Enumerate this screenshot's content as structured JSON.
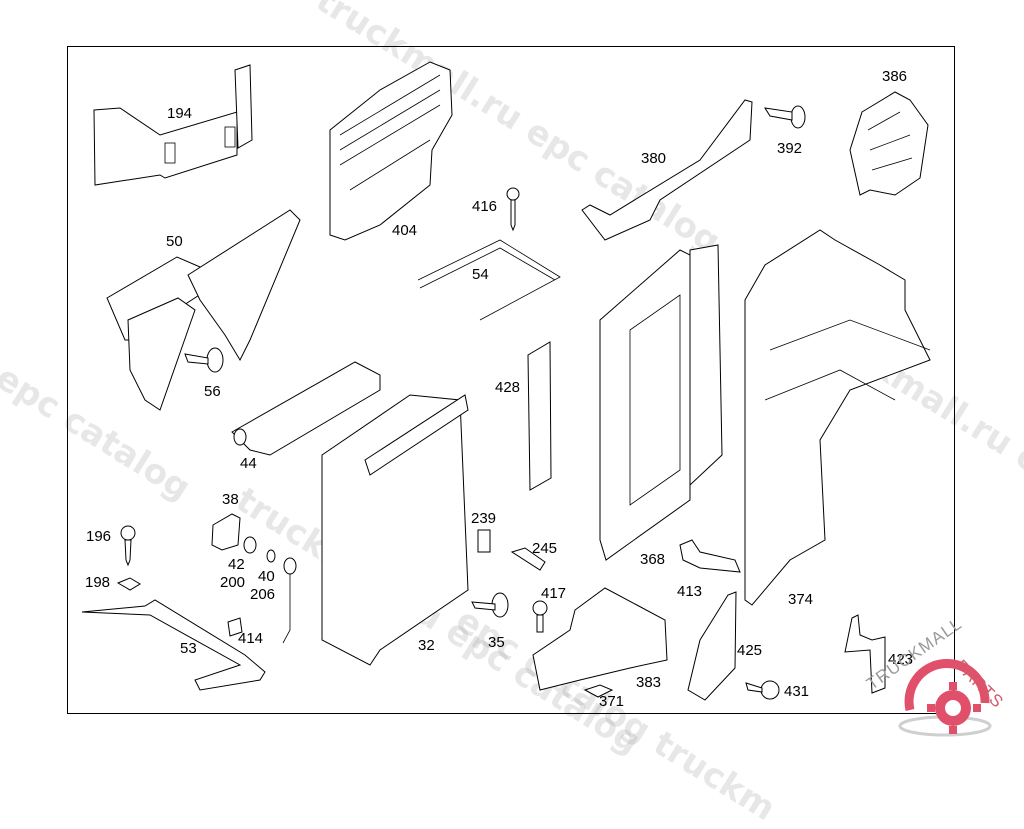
{
  "diagram": {
    "type": "exploded-parts-diagram",
    "parts": [
      {
        "id": "194",
        "label": "194"
      },
      {
        "id": "404",
        "label": "404"
      },
      {
        "id": "416",
        "label": "416"
      },
      {
        "id": "380",
        "label": "380"
      },
      {
        "id": "392",
        "label": "392"
      },
      {
        "id": "386",
        "label": "386"
      },
      {
        "id": "50",
        "label": "50"
      },
      {
        "id": "54",
        "label": "54"
      },
      {
        "id": "56",
        "label": "56"
      },
      {
        "id": "428",
        "label": "428"
      },
      {
        "id": "44",
        "label": "44"
      },
      {
        "id": "38",
        "label": "38"
      },
      {
        "id": "196",
        "label": "196"
      },
      {
        "id": "198",
        "label": "198"
      },
      {
        "id": "42",
        "label": "42"
      },
      {
        "id": "200",
        "label": "200"
      },
      {
        "id": "40",
        "label": "40"
      },
      {
        "id": "206",
        "label": "206"
      },
      {
        "id": "53",
        "label": "53"
      },
      {
        "id": "414",
        "label": "414"
      },
      {
        "id": "32",
        "label": "32"
      },
      {
        "id": "239",
        "label": "239"
      },
      {
        "id": "245",
        "label": "245"
      },
      {
        "id": "35",
        "label": "35"
      },
      {
        "id": "417",
        "label": "417"
      },
      {
        "id": "383",
        "label": "383"
      },
      {
        "id": "371",
        "label": "371"
      },
      {
        "id": "368",
        "label": "368"
      },
      {
        "id": "413",
        "label": "413"
      },
      {
        "id": "374",
        "label": "374"
      },
      {
        "id": "425",
        "label": "425"
      },
      {
        "id": "431",
        "label": "431"
      },
      {
        "id": "423",
        "label": "423"
      }
    ]
  },
  "watermarks": {
    "w1": "truckmall.ru epc catalog",
    "w2": "truckmall.ru epc catalog",
    "w3": "l epc catalog",
    "w4": "truckmall.ru e",
    "w5": "epc catalog truckm"
  },
  "logo": {
    "brand_part1": "TRUCKMALL",
    "brand_part2": "PARTS",
    "accent_color": "#e0506a",
    "gray_color": "#9a9a9a"
  }
}
